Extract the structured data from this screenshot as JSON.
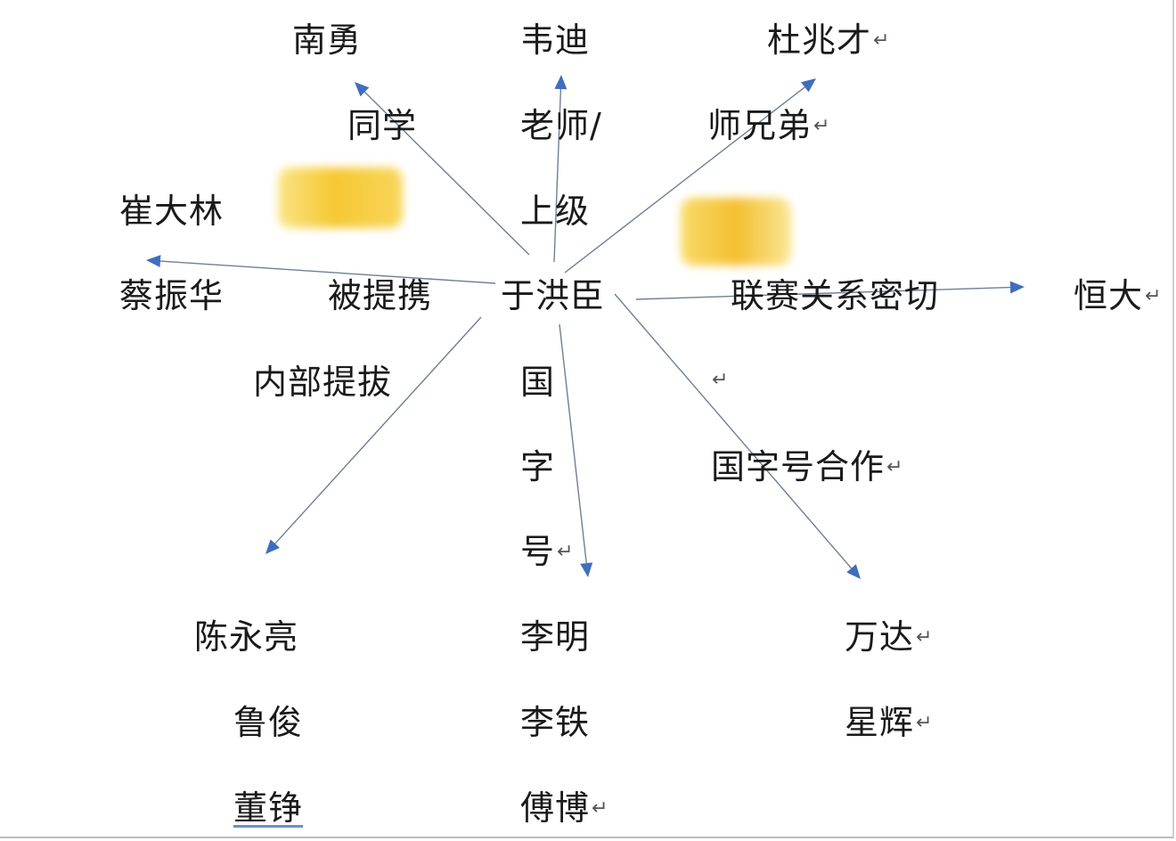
{
  "center": "于洪臣",
  "nodes": {
    "nan_yong": "南勇",
    "wei_di": "韦迪",
    "du_zhaocai": "杜兆才",
    "cui_dalin": "崔大林",
    "cai_zhenhua": "蔡振华",
    "heng_da": "恒大",
    "wan_da": "万达",
    "xing_hui": "星辉",
    "chen_yongliang": "陈永亮",
    "lu_jun": "鲁俊",
    "dong_zheng": "董铮",
    "li_ming": "李明",
    "li_tie": "李铁",
    "fu_bo": "傅博"
  },
  "labels": {
    "tongxue": "同学",
    "laoshi": "老师/",
    "shangji": "上级",
    "shixiongdi": "师兄弟",
    "beitixie": "被提携",
    "liansai": "联赛关系密切",
    "neibu": "内部提拔",
    "guo": "国",
    "zi": "字",
    "hao": "号",
    "guozihao_hezuo": "国字号合作"
  },
  "return_mark": "↵",
  "colors": {
    "text": "#1a1a1a",
    "line": "#6f7f95",
    "arrow": "#3f6dbf",
    "blur_yellow": "#f6c21c"
  }
}
